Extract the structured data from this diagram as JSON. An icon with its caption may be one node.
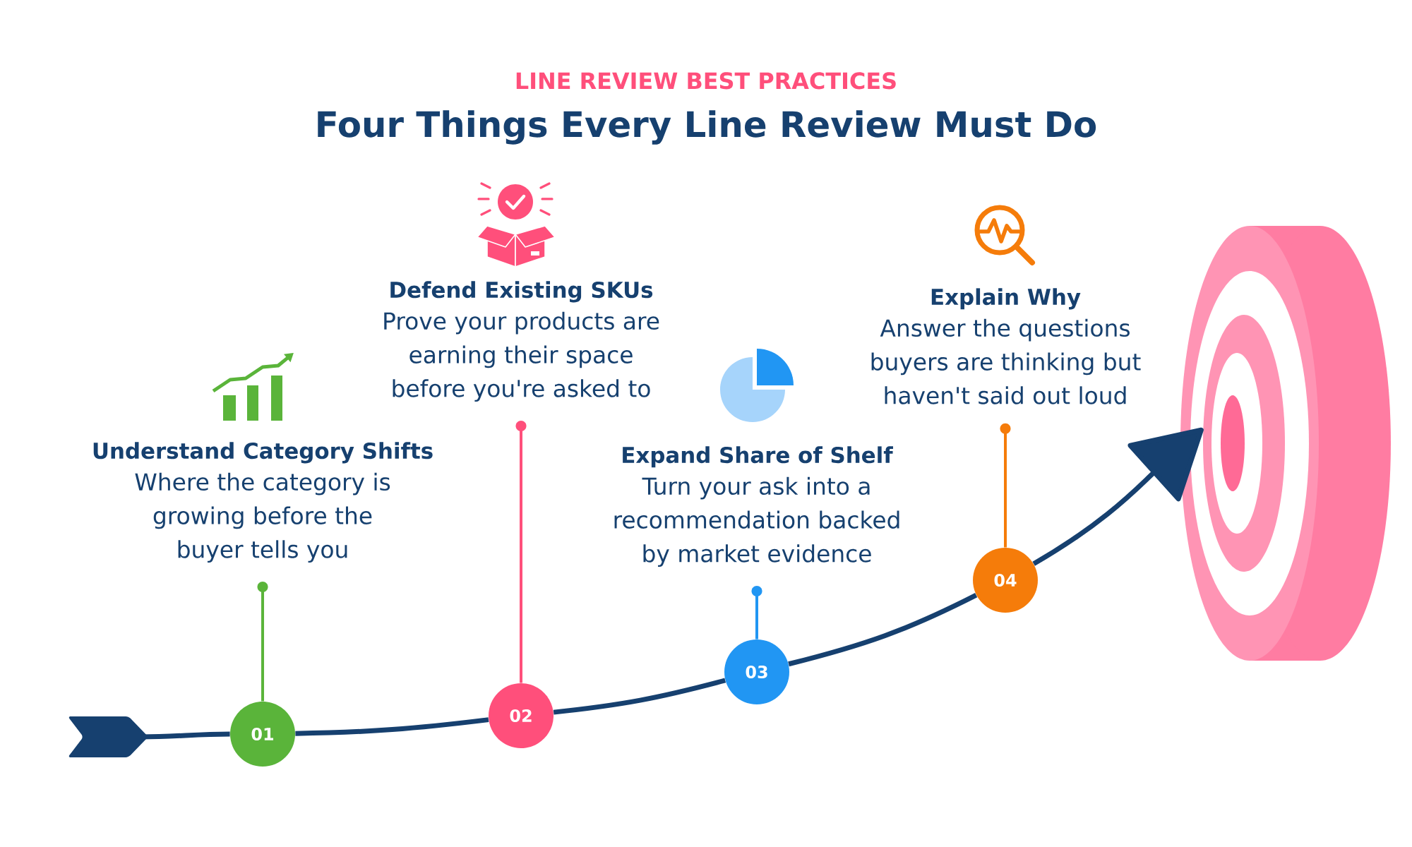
{
  "diagram": {
    "title": "Four Things Every Line Review Must Do",
    "nodes": [
      {
        "text": [
          "Understand Category Shifts",
          "Where the category is growing before the buyer tells you"
        ]
      },
      {
        "text": [
          "Defend Existing SKUs",
          "Prove your products are earning their space before you're asked to"
        ]
      },
      {
        "text": [
          "Expand Share of Shelf",
          "Turn your ask into a recommendation backed by market evidence"
        ]
      },
      {
        "text": [
          "Explain Why",
          "Answer the questions buyers are thinking but haven't said out loud"
        ]
      },
      {
        "text": [
          "01"
        ]
      },
      {
        "text": [
          "02"
        ]
      },
      {
        "text": [
          "03"
        ]
      },
      {
        "text": [
          "04"
        ]
      },
      {
        "text": [],
        "shape": "picture"
      }
    ],
    "edges": [
      {
        "from": null,
        "to": 4,
        "arrow": "none"
      },
      {
        "from": 4,
        "to": 5,
        "arrow": "none"
      },
      {
        "from": 5,
        "to": 6,
        "arrow": "none"
      },
      {
        "from": 6,
        "to": 7,
        "arrow": "none"
      },
      {
        "from": 7,
        "to": 8,
        "arrow": "to"
      },
      {
        "from": 4,
        "to": 0,
        "arrow": "other",
        "color": "#5ab43a"
      },
      {
        "from": 5,
        "to": 1,
        "arrow": "other",
        "color": "#ff4f7b"
      },
      {
        "from": 6,
        "to": 2,
        "arrow": "other",
        "color": "#2196f3"
      },
      {
        "from": 7,
        "to": 3,
        "arrow": "other",
        "color": "#f57c0a"
      }
    ],
    "labels": [
      "LINE REVIEW BEST PRACTICES"
    ]
  }
}
